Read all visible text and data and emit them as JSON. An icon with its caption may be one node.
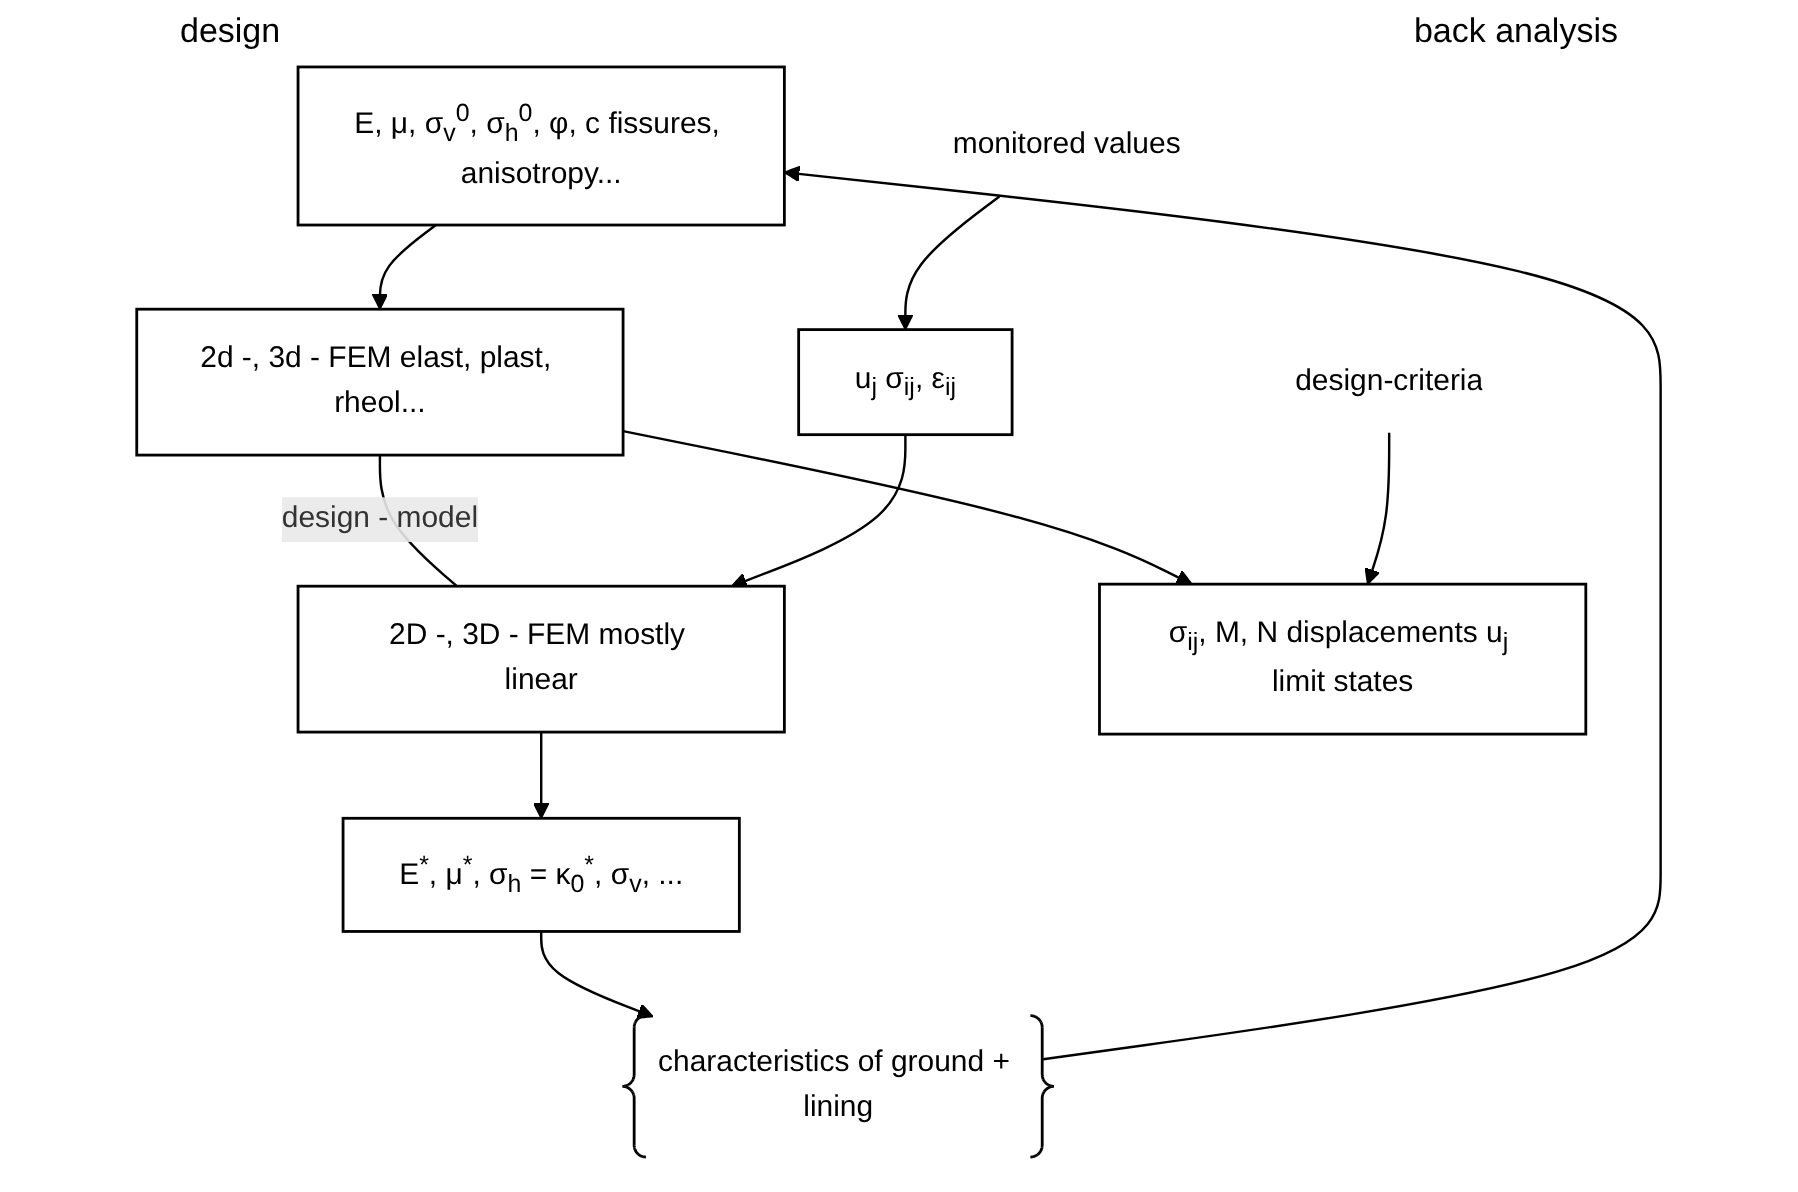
{
  "diagram": {
    "nodes": [
      {
        "text": [
          "E, μ, σ$_{v}$$^{0}$, σ$_{h}$$^{0}$, φ, c fissures, anisotropy..."
        ]
      },
      {
        "text": [
          "characteristics of ground + lining"
        ]
      },
      {
        "text": [
          "E$^{*}$, μ$^{*}$, σ$_{h}$ = κ$_{0}$$^{*}$, σ$_{v}$, ..."
        ]
      },
      {
        "text": [
          "2d -, 3d - FEM elast, plast, rheol..."
        ]
      },
      {
        "text": [
          "2D -, 3D - FEM mostly linear"
        ]
      },
      {
        "text": [
          "σ$_{ij}$, M, N displacements u$_{j}$ limit states"
        ]
      },
      {
        "text": [
          "design-criteria"
        ]
      },
      {
        "text": [
          "monitored values"
        ]
      },
      {
        "text": [
          "u$_{j}$ σ$_{ij}$, ε$_{ij}$"
        ]
      }
    ],
    "edges": [
      {
        "from": 1,
        "to": 0,
        "arrow": "to"
      },
      {
        "from": 2,
        "to": 1,
        "arrow": "to"
      },
      {
        "from": 0,
        "to": 3,
        "arrow": "to"
      },
      {
        "from": 3,
        "to": 5,
        "arrow": "to"
      },
      {
        "from": 3,
        "to": 4,
        "arrow": "none",
        "label": "design - model"
      },
      {
        "from": 4,
        "to": 2,
        "arrow": "to"
      },
      {
        "from": 8,
        "to": 4,
        "arrow": "to"
      },
      {
        "from": 6,
        "to": 5,
        "arrow": "to"
      },
      {
        "from": 7,
        "to": 8,
        "arrow": "to"
      }
    ],
    "labels": [
      "design",
      "back analysis"
    ]
  }
}
